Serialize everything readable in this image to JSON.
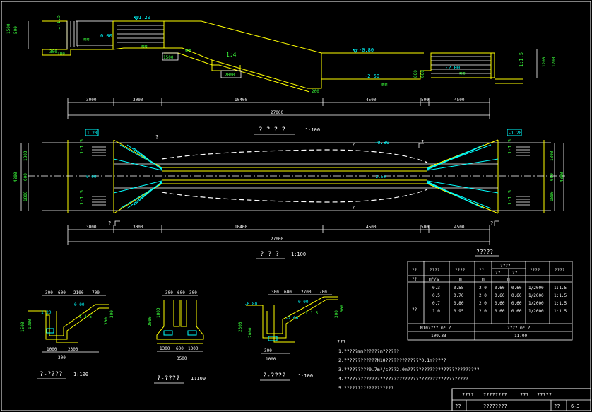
{
  "profile": {
    "elevations": [
      "1.20",
      "0.00",
      "-0.80",
      "-2.50",
      "-2.00"
    ],
    "slope": "1:4",
    "side_dims": [
      "1500",
      "500",
      "100",
      "300",
      "1:1.5",
      "300",
      "1200"
    ],
    "mid_dims": [
      "1500",
      "2000",
      "200"
    ],
    "right_vert_dims": [
      "1200",
      "800",
      "600",
      "1:1.5",
      "1200",
      "300",
      "300"
    ],
    "dims": [
      "3000",
      "3000",
      "10400",
      "4500",
      "500",
      "4500"
    ],
    "total": "27000",
    "title": "? ? ? ?",
    "scale": "1:100"
  },
  "plan": {
    "left_label": "1.20",
    "right_label": "-1.20",
    "mid_label": "-0.80",
    "center_label": "0.00",
    "center_label_right": "-2.50",
    "slope_labels": [
      "1:1.5",
      "1:1.5",
      "1:1.5",
      "1:1.5"
    ],
    "section_marks": [
      "?",
      "?",
      "?",
      "?",
      "?",
      "?"
    ],
    "left_dims": [
      "1800",
      "4300",
      "600",
      "1800"
    ],
    "right_dims": [
      "1800",
      "4300",
      "600",
      "1800"
    ],
    "dims": [
      "3000",
      "3000",
      "10400",
      "4500",
      "500",
      "4500"
    ],
    "total": "27000",
    "title": "? ? ?",
    "scale": "1:100"
  },
  "table": {
    "title": "?????",
    "headers": [
      "??",
      "????",
      "????",
      "??",
      "????",
      "????",
      "????"
    ],
    "subheaders": [
      "??",
      "??"
    ],
    "units": [
      "??",
      "m³/s",
      "m",
      "m",
      "m",
      ""
    ],
    "rows": [
      [
        "0.3",
        "0.55",
        "2.0",
        "0.60",
        "0.60",
        "1/2000",
        "1:1.5"
      ],
      [
        "0.5",
        "0.70",
        "2.0",
        "0.60",
        "0.60",
        "1/2000",
        "1:1.5"
      ],
      [
        "0.7",
        "0.80",
        "2.0",
        "0.60",
        "0.60",
        "1/2000",
        "1:1.5"
      ],
      [
        "1.0",
        "0.95",
        "2.0",
        "0.60",
        "0.60",
        "1/2000",
        "1:1.5"
      ]
    ],
    "row_group_label": "??",
    "foot_left_label": "M10???? m³ ?",
    "foot_left_value": "109.33",
    "foot_right_label": "???? m³ ?",
    "foot_right_value": "11.00"
  },
  "sections": [
    {
      "title": "?-????",
      "scale": "1:100",
      "top_dims": [
        "300",
        "600",
        "2100",
        "700"
      ],
      "elev": [
        "1.20",
        "0.00"
      ],
      "slope": "1:1.5",
      "left_dims": [
        "1500",
        "1200"
      ],
      "right_dims": [
        "300",
        "300"
      ],
      "bottom_dims": [
        "1000",
        "2300",
        "300"
      ]
    },
    {
      "title": "?-????",
      "scale": "1:100",
      "top_dims": [
        "300",
        "600",
        "300"
      ],
      "left_dims": [
        "2000",
        "1800"
      ],
      "bottom_dims": [
        "1300",
        "600",
        "1300",
        "3500"
      ]
    },
    {
      "title": "?-????",
      "scale": "1:100",
      "top_dims": [
        "300",
        "600",
        "2700",
        "700"
      ],
      "elev": [
        "-0.80",
        "0.00",
        "-2.00"
      ],
      "slope": "1:1.5",
      "left_dims": [
        "2300",
        "2000"
      ],
      "right_dims": [
        "300",
        "300"
      ],
      "bottom_dims": [
        "300",
        "1000"
      ]
    }
  ],
  "notes": {
    "heading": "???",
    "items": [
      "1.?????mm??????m??????",
      "2.????????????M10?????????????0.1m?????",
      "3.?????????0.7m³/s???2.0m??????????????????????????",
      "4.?????????????????????????????????????????????",
      "5.??????????????????"
    ]
  },
  "title_block": {
    "row1": [
      "????",
      "????????",
      "???",
      "?????"
    ],
    "row2": [
      "??",
      "????????",
      "??",
      "6-3"
    ]
  }
}
